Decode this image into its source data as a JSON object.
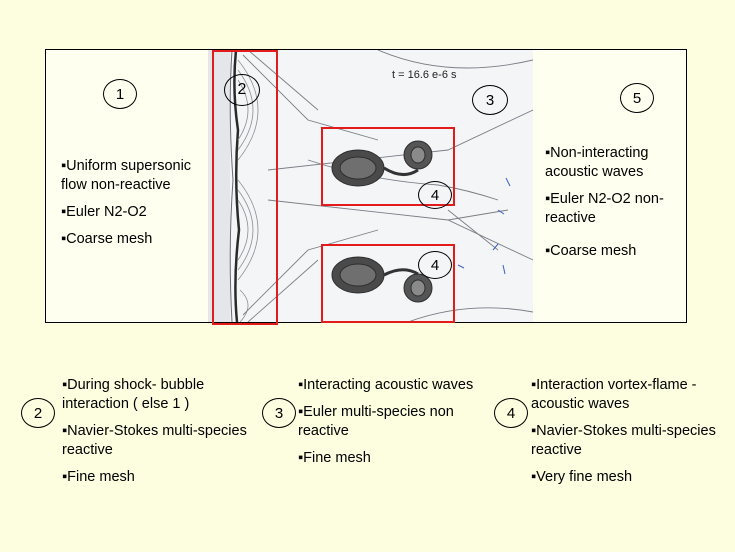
{
  "top_panel": {
    "zone1": {
      "number": "1",
      "bullets": [
        "▪Uniform supersonic  flow non-reactive",
        "▪Euler N2-O2",
        "▪Coarse mesh"
      ]
    },
    "simulation": {
      "time_label": "t = 16.6 e-6 s",
      "marker2": "2",
      "marker3": "3",
      "marker4_upper": "4",
      "marker4_lower": "4"
    },
    "zone5": {
      "number": "5",
      "bullets": [
        "▪Non-interacting acoustic waves",
        "▪Euler N2-O2 non-reactive",
        "▪Coarse mesh"
      ]
    }
  },
  "bottom": {
    "col2": {
      "number": "2",
      "bullets": [
        "▪During shock- bubble interaction ( else  1 )",
        "▪Navier-Stokes multi-species reactive",
        "▪Fine mesh"
      ]
    },
    "col3": {
      "number": "3",
      "bullets": [
        "▪Interacting acoustic waves",
        "▪Euler multi-species non reactive",
        "▪Fine mesh"
      ]
    },
    "col4": {
      "number": "4",
      "bullets": [
        "▪Interaction vortex-flame -acoustic waves",
        "▪Navier-Stokes multi-species reactive",
        "▪Very fine mesh"
      ]
    }
  },
  "colors": {
    "background": "#fdfde0",
    "highlight": "#e31b1b"
  }
}
